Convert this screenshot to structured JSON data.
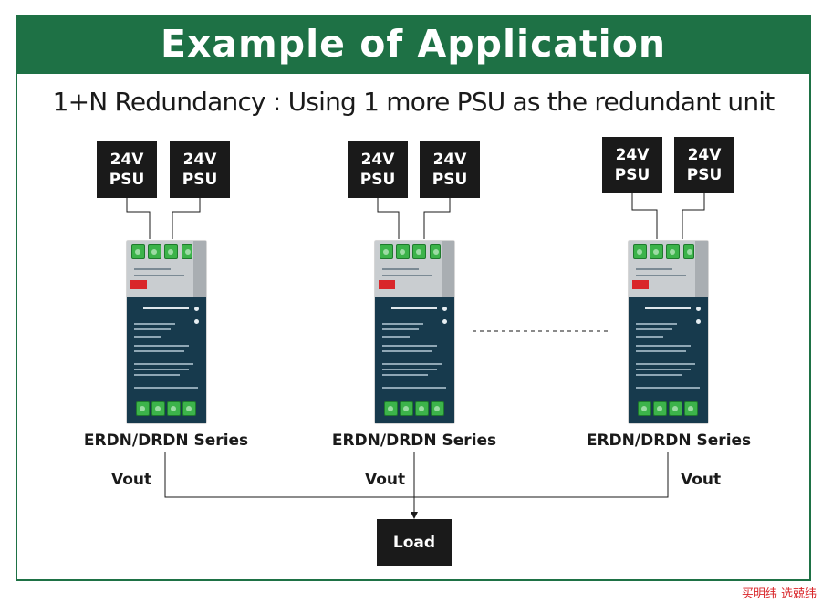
{
  "header": {
    "title": "Example of Application"
  },
  "subtitle": "1+N Redundancy : Using 1 more PSU as the redundant unit",
  "groups": [
    {
      "psu_a": {
        "line1": "24V",
        "line2": "PSU"
      },
      "psu_b": {
        "line1": "24V",
        "line2": "PSU"
      },
      "series_label": "ERDN/DRDN Series",
      "vout_label": "Vout"
    },
    {
      "psu_a": {
        "line1": "24V",
        "line2": "PSU"
      },
      "psu_b": {
        "line1": "24V",
        "line2": "PSU"
      },
      "series_label": "ERDN/DRDN Series",
      "vout_label": "Vout"
    },
    {
      "psu_a": {
        "line1": "24V",
        "line2": "PSU"
      },
      "psu_b": {
        "line1": "24V",
        "line2": "PSU"
      },
      "series_label": "ERDN/DRDN Series",
      "vout_label": "Vout"
    }
  ],
  "load_label": "Load",
  "watermark": "买明纬 选兢纬",
  "colors": {
    "header_green": "#1e7145",
    "box_dark": "#1a1a1a",
    "module_blue": "#173a4d",
    "terminal_green": "#3cb34a",
    "watermark_red": "#d9262a"
  }
}
